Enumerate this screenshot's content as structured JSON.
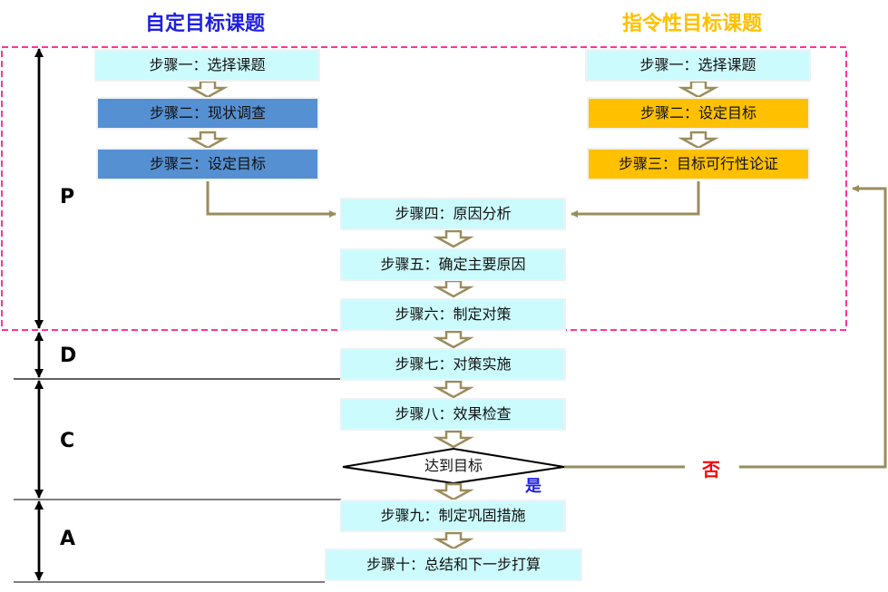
{
  "titles": {
    "left": "自定目标课题",
    "right": "指令性目标课题"
  },
  "colors": {
    "left_title": "#1f1fe0",
    "right_title": "#ffc000",
    "cyan_box": "#ccfbfd",
    "blue_box": "#5590d2",
    "gold_box": "#ffc000",
    "arrow": "#9a8c5c",
    "dashed_border": "#ff3399",
    "no_label": "#ff0000",
    "yes_label": "#1f1fe0"
  },
  "left_steps": [
    {
      "label": "步骤一：选择课题"
    },
    {
      "label": "步骤二：现状调查"
    },
    {
      "label": "步骤三：设定目标"
    }
  ],
  "right_steps": [
    {
      "label": "步骤一：选择课题"
    },
    {
      "label": "步骤二：设定目标"
    },
    {
      "label": "步骤三：目标可行性论证"
    }
  ],
  "main_steps": [
    {
      "label": "步骤四：原因分析"
    },
    {
      "label": "步骤五：确定主要原因"
    },
    {
      "label": "步骤六：制定对策"
    },
    {
      "label": "步骤七：对策实施"
    },
    {
      "label": "步骤八：效果检查"
    },
    {
      "label": "步骤九：制定巩固措施"
    },
    {
      "label": "步骤十：总结和下一步打算"
    }
  ],
  "decision": {
    "label": "达到目标",
    "yes": "是",
    "no": "否"
  },
  "phases": [
    "P",
    "D",
    "C",
    "A"
  ]
}
